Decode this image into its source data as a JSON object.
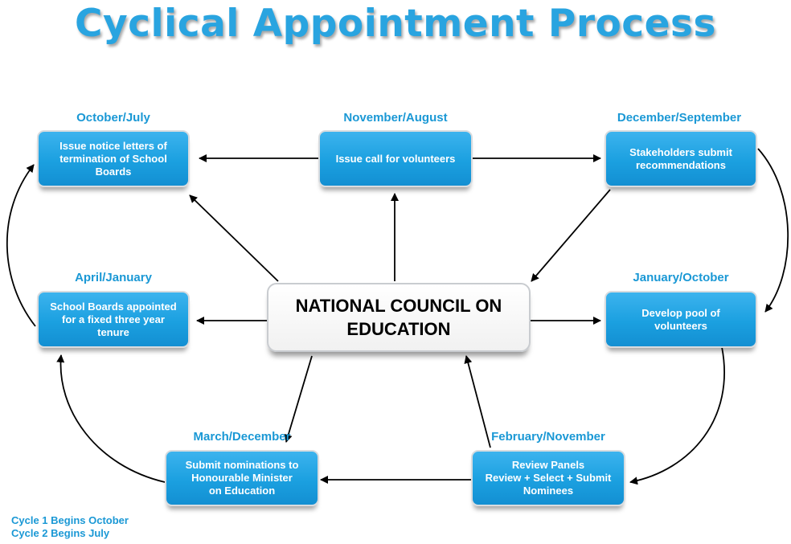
{
  "title": "Cyclical Appointment Process",
  "center": "NATIONAL COUNCIL ON\nEDUCATION",
  "steps": [
    {
      "date": "October/July",
      "text": "Issue notice letters of\ntermination of School\nBoards"
    },
    {
      "date": "November/August",
      "text": "Issue call for volunteers"
    },
    {
      "date": "December/September",
      "text": "Stakeholders submit\nrecommendations"
    },
    {
      "date": "January/October",
      "text": "Develop pool of\nvolunteers"
    },
    {
      "date": "February/November",
      "text": "Review Panels\nReview + Select + Submit\nNominees"
    },
    {
      "date": "March/December",
      "text": "Submit nominations to\nHonourable Minister\non Education"
    },
    {
      "date": "April/January",
      "text": "School Boards appointed\nfor a fixed three year\ntenure"
    }
  ],
  "footer": {
    "line1": "Cycle 1 Begins October",
    "line2": "Cycle 2 Begins July"
  },
  "colors": {
    "accent": "#1a98d5",
    "box": "#1ba0e0",
    "arrow": "#000000"
  }
}
